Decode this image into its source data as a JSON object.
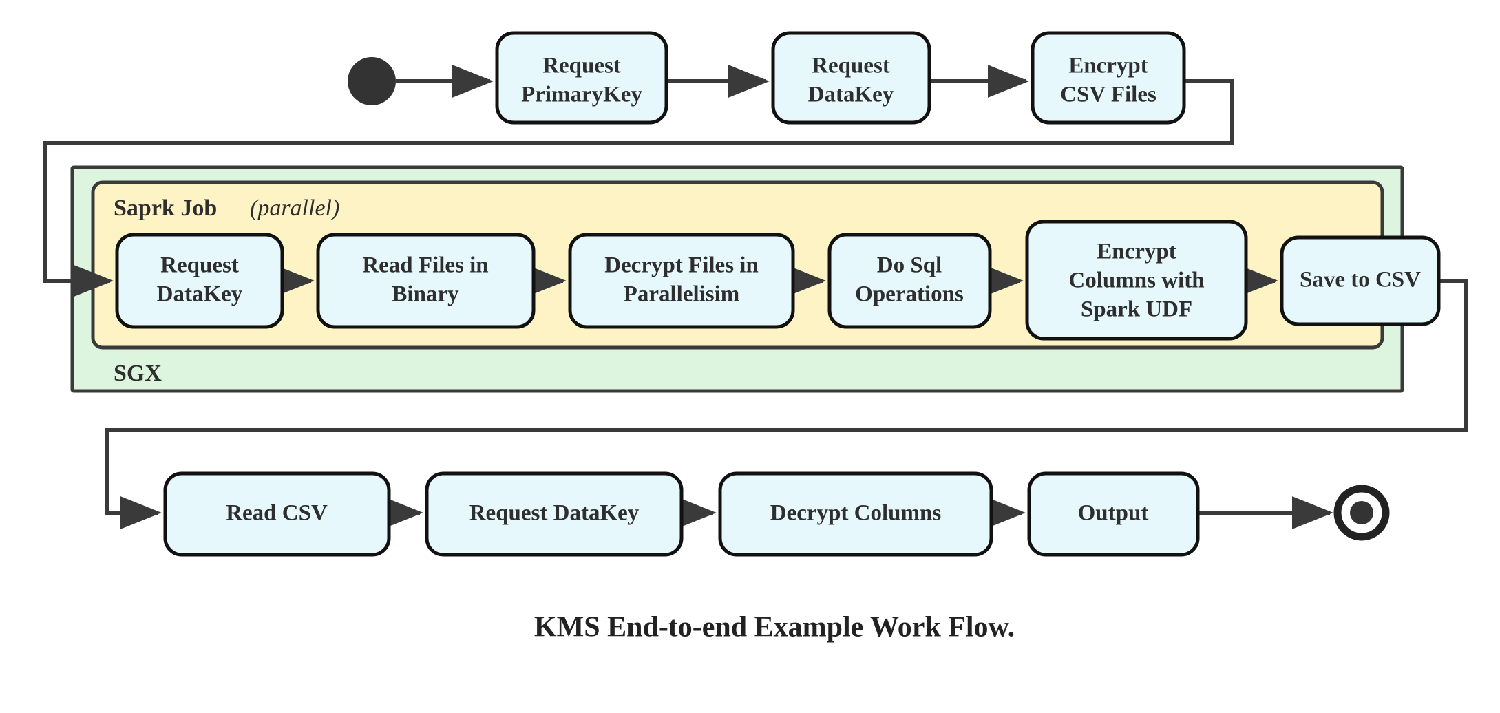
{
  "diagram": {
    "title": "KMS End-to-end Example Work Flow.",
    "colors": {
      "node_fill": "#e6f8fc",
      "node_stroke": "#111111",
      "sgx_fill": "#ddf5de",
      "spark_fill": "#fdf3c4",
      "container_stroke": "#3a3a3a",
      "connector": "#3a3a3a",
      "text": "#2e2e2e",
      "background": "#ffffff"
    },
    "start_node": {
      "name": "start-state",
      "shape": "filled-circle"
    },
    "end_node": {
      "name": "end-state",
      "shape": "donut-circle"
    },
    "containers": [
      {
        "id": "sgx",
        "label": "SGX",
        "label_position": "bottom-left"
      },
      {
        "id": "spark",
        "label_bold": "Saprk Job",
        "label_italic": "(parallel)",
        "label_position": "top-left"
      }
    ],
    "rows": {
      "top": {
        "name": "top-row",
        "nodes": [
          {
            "id": "request-primarykey",
            "lines": [
              "Request",
              "PrimaryKey"
            ]
          },
          {
            "id": "request-datakey-top",
            "lines": [
              "Request",
              "DataKey"
            ]
          },
          {
            "id": "encrypt-csv-files",
            "lines": [
              "Encrypt",
              "CSV Files"
            ]
          }
        ]
      },
      "middle": {
        "name": "spark-job-row",
        "nodes": [
          {
            "id": "request-datakey-spark",
            "lines": [
              "Request",
              "DataKey"
            ]
          },
          {
            "id": "read-files-in-binary",
            "lines": [
              "Read Files in",
              "Binary"
            ]
          },
          {
            "id": "decrypt-files-in-parallelisim",
            "lines": [
              "Decrypt Files in",
              "Parallelisim"
            ]
          },
          {
            "id": "do-sql-operations",
            "lines": [
              "Do Sql",
              "Operations"
            ]
          },
          {
            "id": "encrypt-columns-with-spark-udf",
            "lines": [
              "Encrypt",
              "Columns with",
              "Spark UDF"
            ]
          },
          {
            "id": "save-to-csv",
            "lines": [
              "Save to CSV"
            ]
          }
        ]
      },
      "bottom": {
        "name": "bottom-row",
        "nodes": [
          {
            "id": "read-csv",
            "lines": [
              "Read CSV"
            ]
          },
          {
            "id": "request-datakey-bottom",
            "lines": [
              "Request DataKey"
            ]
          },
          {
            "id": "decrypt-columns",
            "lines": [
              "Decrypt Columns"
            ]
          },
          {
            "id": "output",
            "lines": [
              "Output"
            ]
          }
        ]
      }
    }
  }
}
